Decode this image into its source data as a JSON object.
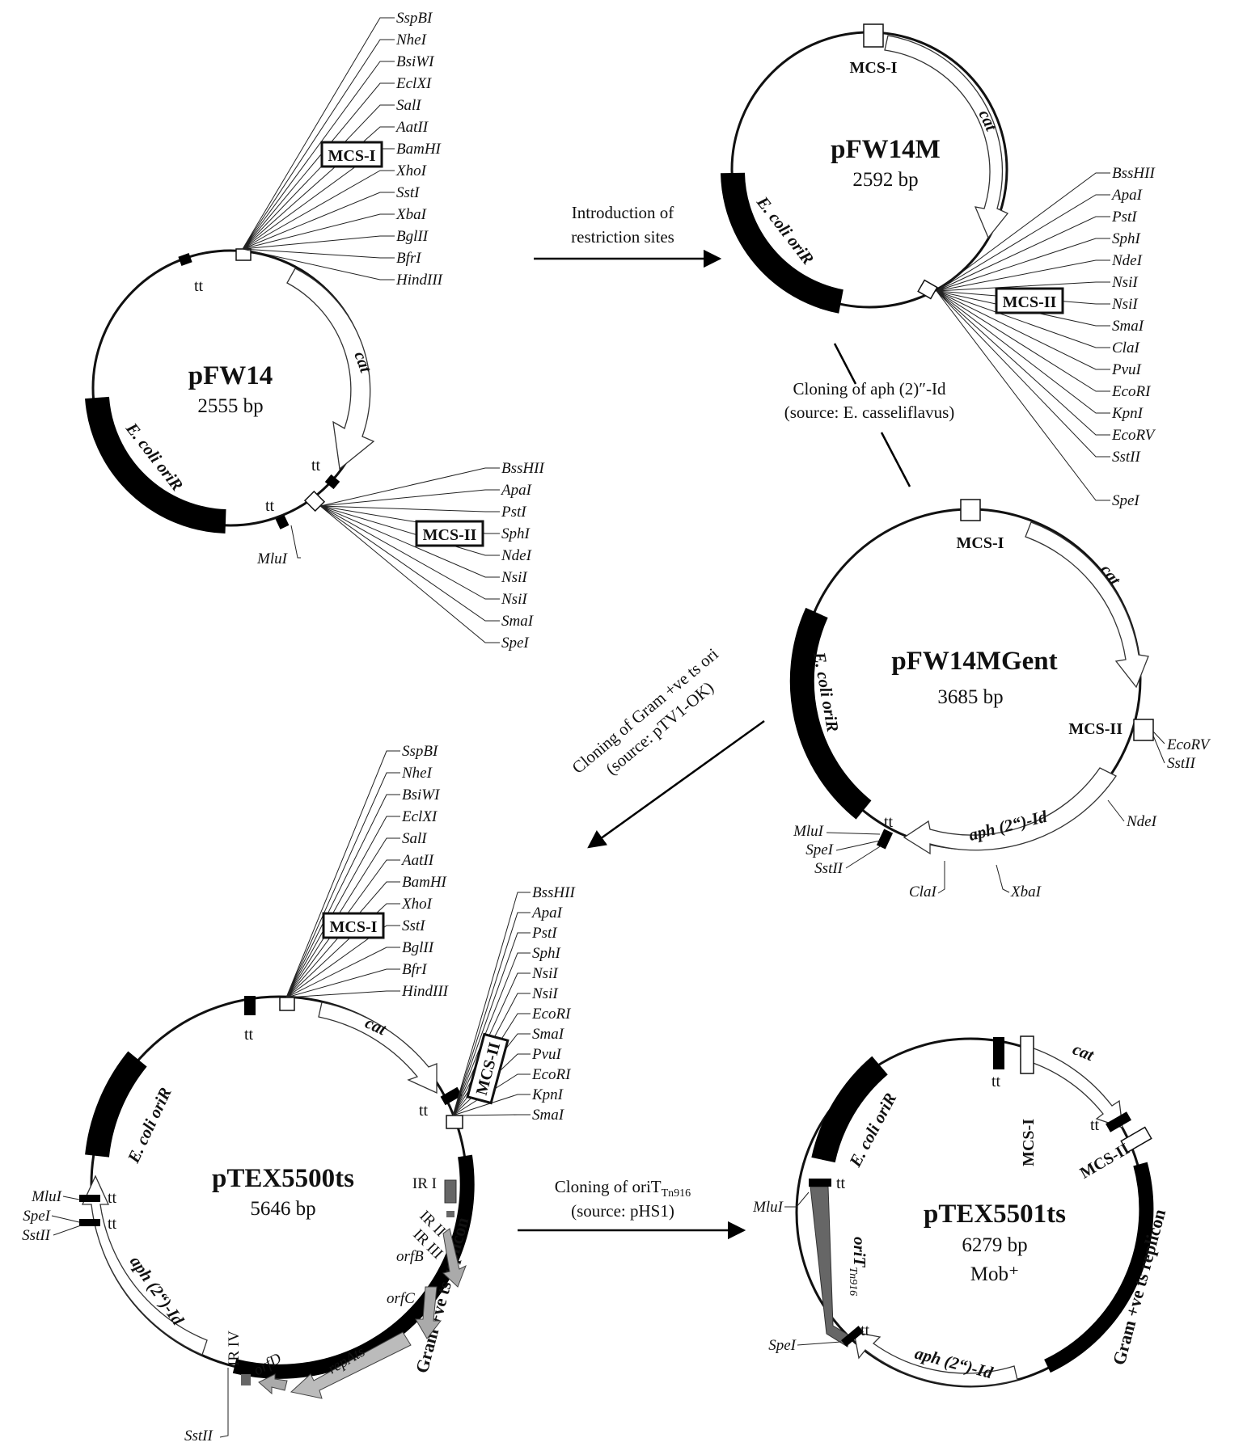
{
  "plasmids": {
    "pfw14": {
      "name": "pFW14",
      "size": "2555 bp"
    },
    "pfw14m": {
      "name": "pFW14M",
      "size": "2592 bp"
    },
    "pfw14mgent": {
      "name": "pFW14MGent",
      "size": "3685 bp"
    },
    "ptex5500ts": {
      "name": "pTEX5500ts",
      "size": "5646 bp"
    },
    "ptex5501ts": {
      "name": "pTEX5501ts",
      "size": "6279 bp",
      "mob": "Mob⁺"
    }
  },
  "labels": {
    "mcs1": "MCS-I",
    "mcs2": "MCS-II",
    "cat": "cat",
    "tt": "tt",
    "ecoli_ori": "E. coli oriR",
    "aph": "aph (2“)-Id",
    "gram_replicon": "Gram +ve ts replicon",
    "orit": "oriT",
    "orit_sub": "Tn916",
    "ir1": "IR I",
    "ir2": "IR II",
    "ir3": "IR III",
    "ir4": "IR IV",
    "orfB": "orfB",
    "orfC": "orfC",
    "orfD": "orfD",
    "repAts": "repAts"
  },
  "steps": {
    "s1a": "Introduction of",
    "s1b": "restriction sites",
    "s2a": "Cloning of aph (2)″-Id",
    "s2b": "(source: E. casseliflavus)",
    "s3a": "Cloning of Gram +ve ts ori",
    "s3b": "(source: pTV1-OK)",
    "s4a": "Cloning of oriT",
    "s4a_sub": "Tn916",
    "s4b": "(source: pHS1)"
  },
  "sites": {
    "pfw14_mcs1": [
      "SspBI",
      "NheI",
      "BsiWI",
      "EclXI",
      "SalI",
      "AatII",
      "BamHI",
      "XhoI",
      "SstI",
      "XbaI",
      "BglII",
      "BfrI",
      "HindIII"
    ],
    "pfw14_mcs2": [
      "BssHII",
      "ApaI",
      "PstI",
      "SphI",
      "NdeI",
      "NsiI",
      "NsiI",
      "SmaI",
      "SpeI"
    ],
    "pfw14_mlu": "MluI",
    "pfw14m_mcs2": [
      "BssHII",
      "ApaI",
      "PstI",
      "SphI",
      "NdeI",
      "NsiI",
      "NsiI",
      "SmaI",
      "ClaI",
      "PvuI",
      "EcoRI",
      "KpnI",
      "EcoRV",
      "SstII",
      "SpeI"
    ],
    "pfw14mgent_left": [
      "MluI",
      "SpeI",
      "SstII"
    ],
    "pfw14mgent_mcs2": [
      "EcoRV",
      "SstII"
    ],
    "pfw14mgent_nde": "NdeI",
    "pfw14mgent_cla": "ClaI",
    "pfw14mgent_xba": "XbaI",
    "ptex5500_mcs1": [
      "SspBI",
      "NheI",
      "BsiWI",
      "EclXI",
      "SalI",
      "AatII",
      "BamHI",
      "XhoI",
      "SstI",
      "BglII",
      "BfrI",
      "HindIII"
    ],
    "ptex5500_mcs2": [
      "BssHII",
      "ApaI",
      "PstI",
      "SphI",
      "NsiI",
      "NsiI",
      "EcoRI",
      "SmaI",
      "PvuI",
      "EcoRI",
      "KpnI",
      "SmaI"
    ],
    "ptex5500_left": [
      "MluI",
      "SpeI",
      "SstII"
    ],
    "ptex5500_sst": "SstII",
    "ptex5501_mlu": "MluI",
    "ptex5501_spe": "SpeI"
  }
}
